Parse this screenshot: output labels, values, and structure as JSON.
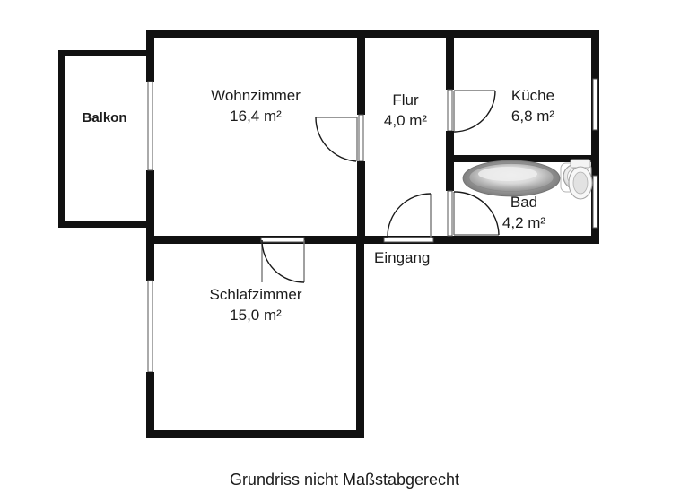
{
  "document": {
    "type": "floor-plan",
    "caption": "Grundriss nicht Maßstabgerecht",
    "language": "de"
  },
  "rooms": [
    {
      "id": "balkon",
      "name": "Balkon",
      "area": "",
      "bold": true
    },
    {
      "id": "wohnzimmer",
      "name": "Wohnzimmer",
      "area": "16,4 m²",
      "bold": false
    },
    {
      "id": "flur",
      "name": "Flur",
      "area": "4,0 m²",
      "bold": false
    },
    {
      "id": "kueche",
      "name": "Küche",
      "area": "6,8 m²",
      "bold": false
    },
    {
      "id": "bad",
      "name": "Bad",
      "area": "4,2 m²",
      "bold": false
    },
    {
      "id": "schlafzimmer",
      "name": "Schlafzimmer",
      "area": "15,0 m²",
      "bold": false
    }
  ],
  "annotations": [
    {
      "id": "eingang",
      "label": "Eingang"
    }
  ],
  "fixtures": [
    {
      "id": "bathtub",
      "icon": "bathtub-icon",
      "room": "bad"
    },
    {
      "id": "sink",
      "icon": "sink-icon",
      "room": "bad"
    },
    {
      "id": "toilet",
      "icon": "toilet-icon",
      "room": "bad"
    }
  ],
  "doors": [
    {
      "id": "door-wohnzimmer-flur",
      "room_from": "wohnzimmer",
      "room_to": "flur"
    },
    {
      "id": "door-flur-kueche",
      "room_from": "flur",
      "room_to": "kueche"
    },
    {
      "id": "door-flur-bad",
      "room_from": "flur",
      "room_to": "bad"
    },
    {
      "id": "door-entrance",
      "room_from": "eingang",
      "room_to": "flur"
    },
    {
      "id": "door-wohnzimmer-schlafzimmer",
      "room_from": "wohnzimmer",
      "room_to": "schlafzimmer"
    }
  ],
  "windows": [
    {
      "id": "window-wohnzimmer-balcony-door",
      "room": "wohnzimmer"
    },
    {
      "id": "window-schlafzimmer",
      "room": "schlafzimmer"
    },
    {
      "id": "window-kueche",
      "room": "kueche"
    },
    {
      "id": "window-bad",
      "room": "bad"
    }
  ],
  "colors": {
    "wall": "#111111",
    "background": "#ffffff",
    "text": "#1c1c1c",
    "fixture_outline": "#9a9a9a",
    "fixture_fill": "#d6d6d6"
  }
}
